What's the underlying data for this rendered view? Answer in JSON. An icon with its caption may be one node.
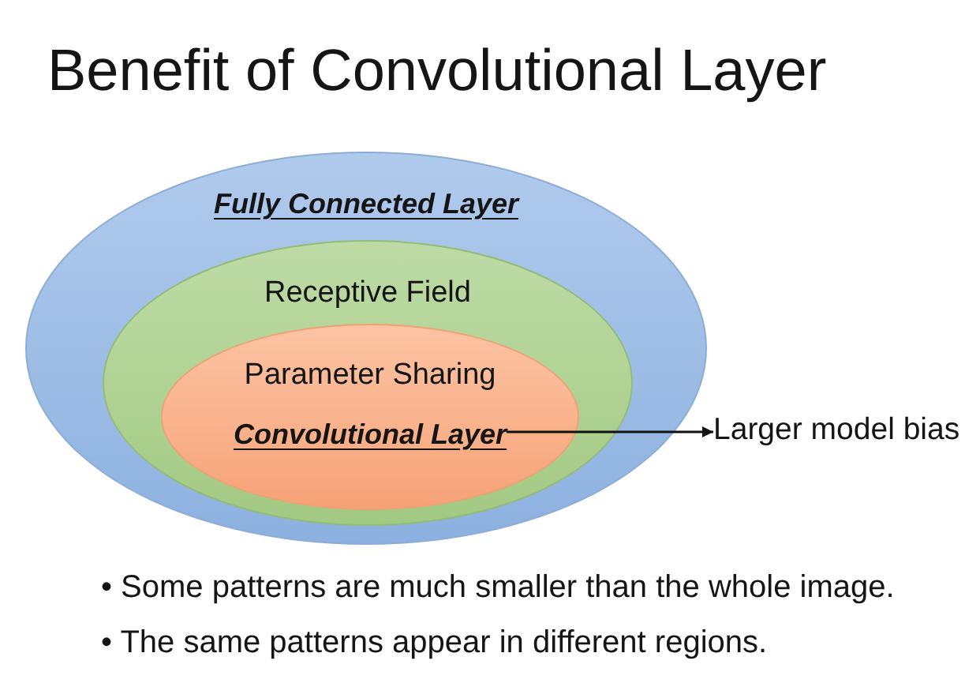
{
  "diagram": {
    "title": "Benefit of Convolutional Layer",
    "nodes": [
      {
        "text": [
          "Fully Connected Layer"
        ]
      },
      {
        "text": [
          "Receptive Field"
        ],
        "in": 0
      },
      {
        "text": [
          "Parameter Sharing"
        ],
        "in": 1
      },
      {
        "text": [
          "Convolutional Layer"
        ],
        "in": 2
      },
      {
        "text": [
          "Larger model bias"
        ]
      }
    ],
    "edges": [
      {
        "from": 3,
        "to": 4,
        "arrow": "to"
      }
    ],
    "labels": [
      "• Some patterns are much smaller than the whole image.",
      "• The same patterns appear in different regions."
    ]
  }
}
